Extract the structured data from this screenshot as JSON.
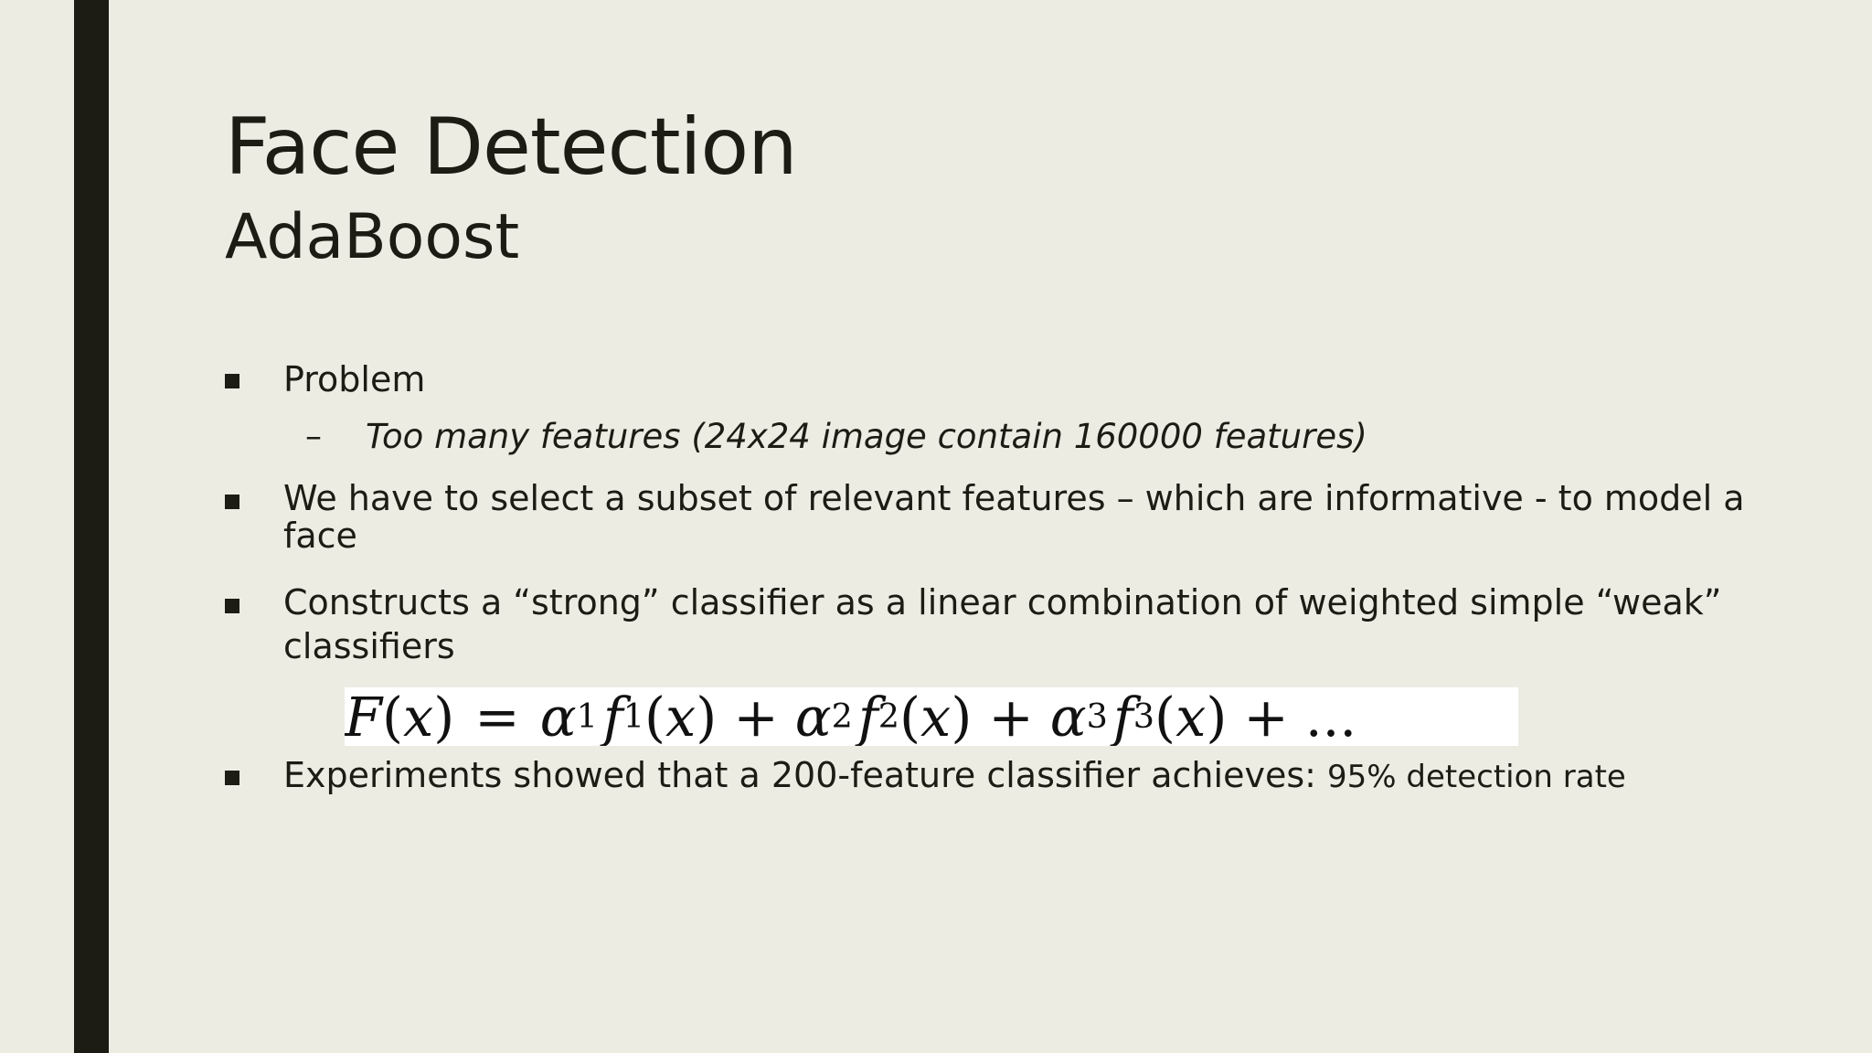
{
  "slide": {
    "title": "Face Detection",
    "subtitle": "AdaBoost",
    "bullets": [
      {
        "text": "Problem",
        "sub": {
          "dash": "–",
          "text": "Too many features (24x24 image contain 160000 features)"
        }
      },
      {
        "line1": "We have to select a subset of relevant features – which are informative - to model a",
        "line2": "face"
      },
      {
        "line1": "Constructs a “strong” classifier as a linear combination of  weighted simple “weak”",
        "line2": "classifiers"
      },
      {
        "text": "Experiments showed that a 200-feature classifier achieves:",
        "tail": "95% detection rate"
      }
    ],
    "formula": {
      "lhs_fn": "F",
      "var": "x",
      "alpha": "α",
      "f": "f",
      "sub1": "1",
      "sub2": "2",
      "sub3": "3",
      "plus": "+",
      "equals": "=",
      "ellipsis": "..."
    }
  }
}
